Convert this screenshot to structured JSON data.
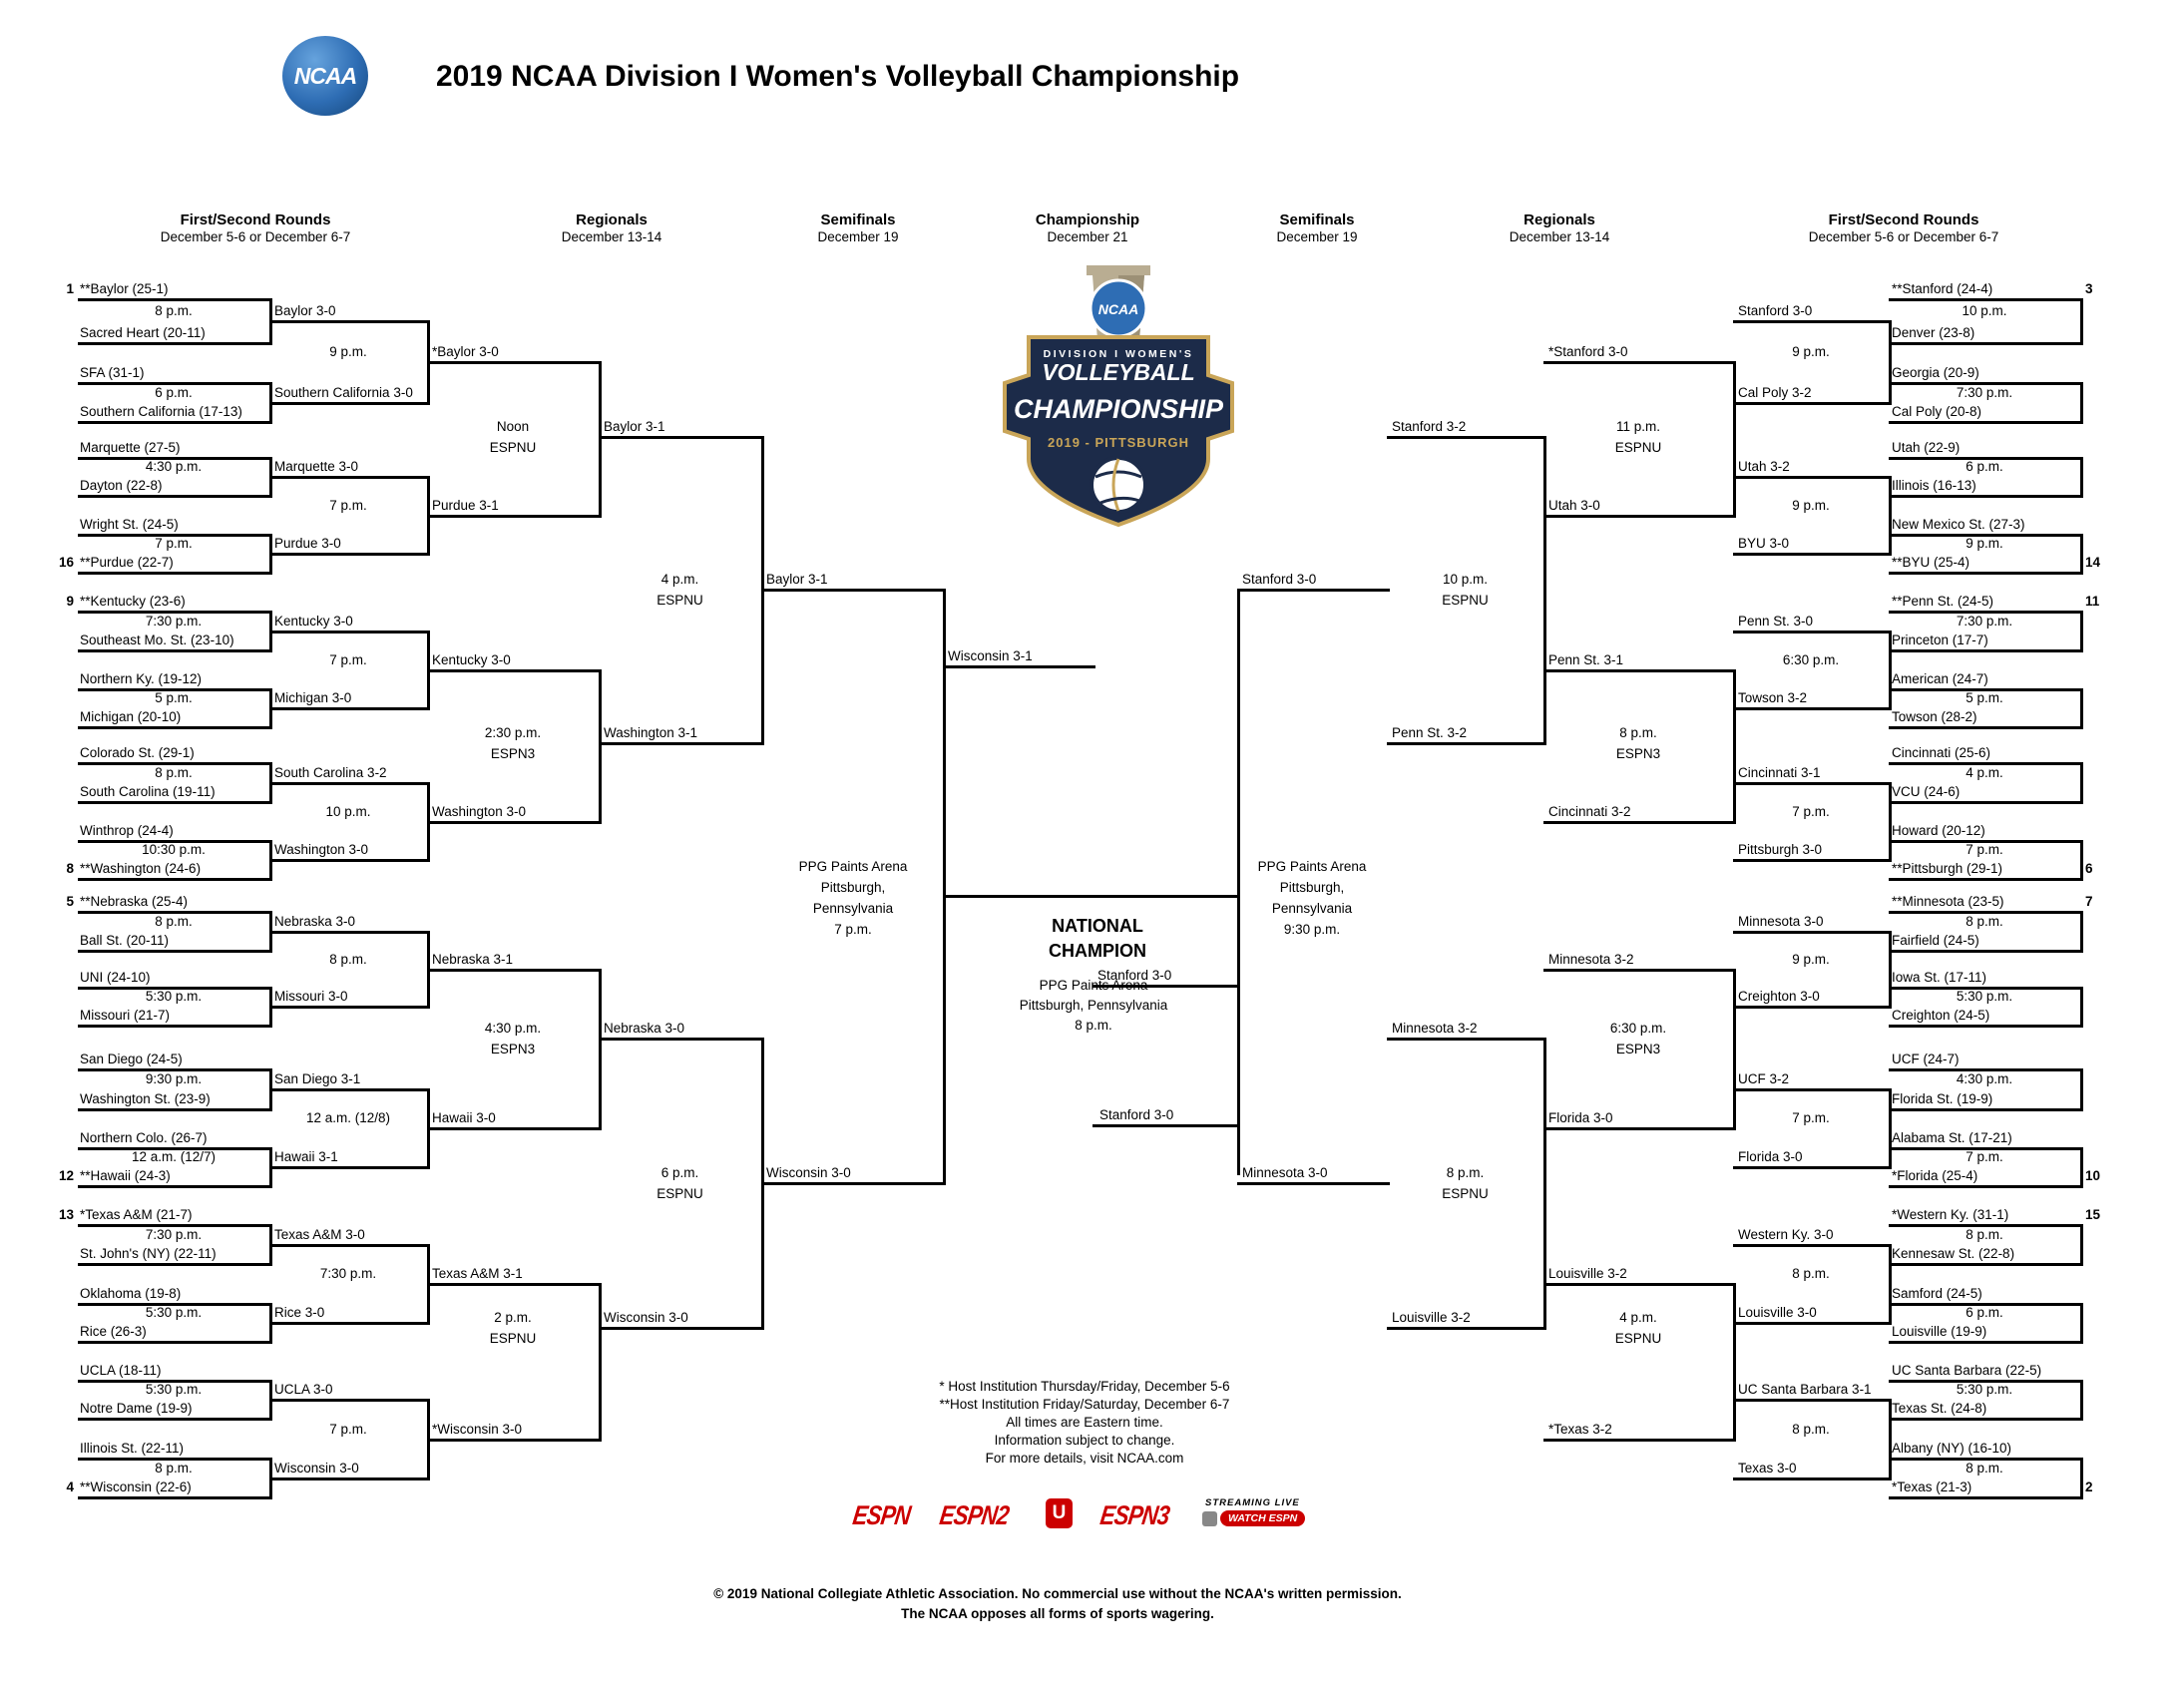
{
  "header": {
    "title": "2019 NCAA Division I Women's Volleyball Championship",
    "ncaa_logo_text": "NCAA"
  },
  "columns": [
    {
      "label": "First/Second Rounds",
      "date": "December 5-6 or December 6-7"
    },
    {
      "label": "Regionals",
      "date": "December 13-14"
    },
    {
      "label": "Semifinals",
      "date": "December 19"
    },
    {
      "label": "Championship",
      "date": "December 21"
    },
    {
      "label": "Semifinals",
      "date": "December 19"
    },
    {
      "label": "Regionals",
      "date": "December 13-14"
    },
    {
      "label": "First/Second Rounds",
      "date": "December 5-6 or December 6-7"
    }
  ],
  "center_logo": {
    "ncaa": "NCAA",
    "division": "DIVISION I WOMEN'S",
    "sport": "VOLLEYBALL",
    "event": "CHAMPIONSHIP",
    "year_city": "2019 - PITTSBURGH"
  },
  "bracket": {
    "left": {
      "round1": [
        {
          "seed_top": "1",
          "top": "**Baylor (25-1)",
          "time": "8 p.m.",
          "bottom": "Sacred Heart (20-11)",
          "seed_bottom": "",
          "winner": "Baylor 3-0"
        },
        {
          "seed_top": "",
          "top": "SFA (31-1)",
          "time": "6 p.m.",
          "bottom": "Southern California (17-13)",
          "seed_bottom": "",
          "winner": "Southern California 3-0"
        },
        {
          "seed_top": "",
          "top": "Marquette (27-5)",
          "time": "4:30 p.m.",
          "bottom": "Dayton (22-8)",
          "seed_bottom": "",
          "winner": "Marquette 3-0"
        },
        {
          "seed_top": "",
          "top": "Wright St. (24-5)",
          "time": "7 p.m.",
          "bottom": "**Purdue (22-7)",
          "seed_bottom": "16",
          "winner": "Purdue 3-0"
        },
        {
          "seed_top": "9",
          "top": "**Kentucky (23-6)",
          "time": "7:30 p.m.",
          "bottom": "Southeast Mo. St. (23-10)",
          "seed_bottom": "",
          "winner": "Kentucky 3-0"
        },
        {
          "seed_top": "",
          "top": "Northern Ky. (19-12)",
          "time": "5 p.m.",
          "bottom": "Michigan (20-10)",
          "seed_bottom": "",
          "winner": "Michigan 3-0"
        },
        {
          "seed_top": "",
          "top": "Colorado St. (29-1)",
          "time": "8 p.m.",
          "bottom": "South Carolina (19-11)",
          "seed_bottom": "",
          "winner": "South Carolina 3-2"
        },
        {
          "seed_top": "",
          "top": "Winthrop (24-4)",
          "time": "10:30 p.m.",
          "bottom": "**Washington (24-6)",
          "seed_bottom": "8",
          "winner": "Washington 3-0"
        },
        {
          "seed_top": "5",
          "top": "**Nebraska (25-4)",
          "time": "8 p.m.",
          "bottom": "Ball St. (20-11)",
          "seed_bottom": "",
          "winner": "Nebraska 3-0"
        },
        {
          "seed_top": "",
          "top": "UNI (24-10)",
          "time": "5:30 p.m.",
          "bottom": "Missouri (21-7)",
          "seed_bottom": "",
          "winner": "Missouri 3-0"
        },
        {
          "seed_top": "",
          "top": "San Diego (24-5)",
          "time": "9:30 p.m.",
          "bottom": "Washington St. (23-9)",
          "seed_bottom": "",
          "winner": "San Diego 3-1"
        },
        {
          "seed_top": "",
          "top": "Northern Colo. (26-7)",
          "time": "12 a.m. (12/7)",
          "bottom": "**Hawaii (24-3)",
          "seed_bottom": "12",
          "winner": "Hawaii 3-1"
        },
        {
          "seed_top": "13",
          "top": "*Texas A&M (21-7)",
          "time": "7:30 p.m.",
          "bottom": "St. John's (NY) (22-11)",
          "seed_bottom": "",
          "winner": "Texas A&M 3-0"
        },
        {
          "seed_top": "",
          "top": "Oklahoma (19-8)",
          "time": "5:30 p.m.",
          "bottom": "Rice (26-3)",
          "seed_bottom": "",
          "winner": "Rice 3-0"
        },
        {
          "seed_top": "",
          "top": "UCLA (18-11)",
          "time": "5:30 p.m.",
          "bottom": "Notre Dame (19-9)",
          "seed_bottom": "",
          "winner": "UCLA 3-0"
        },
        {
          "seed_top": "",
          "top": "Illinois St. (22-11)",
          "time": "8 p.m.",
          "bottom": "**Wisconsin (22-6)",
          "seed_bottom": "4",
          "winner": "Wisconsin 3-0"
        }
      ],
      "round2": [
        {
          "time": "9 p.m.",
          "winner": "*Baylor 3-0"
        },
        {
          "time": "7 p.m.",
          "winner": "Purdue 3-1"
        },
        {
          "time": "7 p.m.",
          "winner": "Kentucky 3-0"
        },
        {
          "time": "10 p.m.",
          "winner": "Washington 3-0"
        },
        {
          "time": "8 p.m.",
          "winner": "Nebraska 3-1"
        },
        {
          "time": "12 a.m. (12/8)",
          "winner": "Hawaii 3-0"
        },
        {
          "time": "7:30 p.m.",
          "winner": "Texas A&M 3-1"
        },
        {
          "time": "7 p.m.",
          "winner": "*Wisconsin 3-0"
        }
      ],
      "regional_semis": [
        {
          "time": "Noon",
          "network": "ESPNU",
          "winner": "Baylor 3-1"
        },
        {
          "time": "2:30 p.m.",
          "network": "ESPN3",
          "winner": "Washington 3-1"
        },
        {
          "time": "4:30 p.m.",
          "network": "ESPN3",
          "winner": "Nebraska 3-0"
        },
        {
          "time": "2 p.m.",
          "network": "ESPNU",
          "winner": "Wisconsin 3-0"
        }
      ],
      "regional_finals": [
        {
          "time": "4 p.m.",
          "network": "ESPNU",
          "winner": "Baylor 3-1"
        },
        {
          "time": "6 p.m.",
          "network": "ESPNU",
          "winner": "Wisconsin 3-0"
        }
      ]
    },
    "right": {
      "round1": [
        {
          "seed_top": "3",
          "top": "**Stanford (24-4)",
          "time": "10 p.m.",
          "bottom": "Denver (23-8)",
          "seed_bottom": "",
          "winner": "Stanford 3-0"
        },
        {
          "seed_top": "",
          "top": "Georgia (20-9)",
          "time": "7:30 p.m.",
          "bottom": "Cal Poly (20-8)",
          "seed_bottom": "",
          "winner": "Cal Poly 3-2"
        },
        {
          "seed_top": "",
          "top": "Utah (22-9)",
          "time": "6 p.m.",
          "bottom": "Illinois (16-13)",
          "seed_bottom": "",
          "winner": "Utah 3-2"
        },
        {
          "seed_top": "",
          "top": "New Mexico St. (27-3)",
          "time": "9 p.m.",
          "bottom": "**BYU (25-4)",
          "seed_bottom": "14",
          "winner": "BYU 3-0"
        },
        {
          "seed_top": "11",
          "top": "**Penn St. (24-5)",
          "time": "7:30 p.m.",
          "bottom": "Princeton (17-7)",
          "seed_bottom": "",
          "winner": "Penn St. 3-0"
        },
        {
          "seed_top": "",
          "top": "American (24-7)",
          "time": "5 p.m.",
          "bottom": "Towson (28-2)",
          "seed_bottom": "",
          "winner": "Towson 3-2"
        },
        {
          "seed_top": "",
          "top": "Cincinnati (25-6)",
          "time": "4 p.m.",
          "bottom": "VCU (24-6)",
          "seed_bottom": "",
          "winner": "Cincinnati 3-1"
        },
        {
          "seed_top": "",
          "top": "Howard (20-12)",
          "time": "7 p.m.",
          "bottom": "**Pittsburgh (29-1)",
          "seed_bottom": "6",
          "winner": "Pittsburgh 3-0"
        },
        {
          "seed_top": "7",
          "top": "**Minnesota (23-5)",
          "time": "8 p.m.",
          "bottom": "Fairfield (24-5)",
          "seed_bottom": "",
          "winner": "Minnesota 3-0"
        },
        {
          "seed_top": "",
          "top": "Iowa St. (17-11)",
          "time": "5:30 p.m.",
          "bottom": "Creighton (24-5)",
          "seed_bottom": "",
          "winner": "Creighton 3-0"
        },
        {
          "seed_top": "",
          "top": "UCF (24-7)",
          "time": "4:30 p.m.",
          "bottom": "Florida St. (19-9)",
          "seed_bottom": "",
          "winner": "UCF 3-2"
        },
        {
          "seed_top": "",
          "top": "Alabama St. (17-21)",
          "time": "7 p.m.",
          "bottom": "*Florida (25-4)",
          "seed_bottom": "10",
          "winner": "Florida 3-0"
        },
        {
          "seed_top": "15",
          "top": "*Western Ky. (31-1)",
          "time": "8 p.m.",
          "bottom": "Kennesaw St. (22-8)",
          "seed_bottom": "",
          "winner": "Western Ky. 3-0"
        },
        {
          "seed_top": "",
          "top": "Samford (24-5)",
          "time": "6 p.m.",
          "bottom": "Louisville (19-9)",
          "seed_bottom": "",
          "winner": "Louisville 3-0"
        },
        {
          "seed_top": "",
          "top": "UC Santa Barbara (22-5)",
          "time": "5:30 p.m.",
          "bottom": "Texas St. (24-8)",
          "seed_bottom": "",
          "winner": "UC Santa Barbara 3-1"
        },
        {
          "seed_top": "",
          "top": "Albany (NY) (16-10)",
          "time": "8 p.m.",
          "bottom": "*Texas (21-3)",
          "seed_bottom": "2",
          "winner": "Texas 3-0"
        }
      ],
      "round2": [
        {
          "time": "9 p.m.",
          "winner": "*Stanford 3-0"
        },
        {
          "time": "9 p.m.",
          "winner": "Utah 3-0"
        },
        {
          "time": "6:30 p.m.",
          "winner": "Penn St. 3-1"
        },
        {
          "time": "7 p.m.",
          "winner": "Cincinnati 3-2"
        },
        {
          "time": "9 p.m.",
          "winner": "Minnesota 3-2"
        },
        {
          "time": "7 p.m.",
          "winner": "Florida 3-0"
        },
        {
          "time": "8 p.m.",
          "winner": "Louisville 3-2"
        },
        {
          "time": "8 p.m.",
          "winner": "*Texas 3-2"
        }
      ],
      "regional_semis": [
        {
          "time": "11 p.m.",
          "network": "ESPNU",
          "winner": "Stanford 3-2"
        },
        {
          "time": "8 p.m.",
          "network": "ESPN3",
          "winner": "Penn St. 3-2"
        },
        {
          "time": "6:30 p.m.",
          "network": "ESPN3",
          "winner": "Minnesota 3-2"
        },
        {
          "time": "4 p.m.",
          "network": "ESPNU",
          "winner": "Louisville 3-2"
        }
      ],
      "regional_finals": [
        {
          "time": "10 p.m.",
          "network": "ESPNU",
          "winner": "Stanford 3-0"
        },
        {
          "time": "8 p.m.",
          "network": "ESPNU",
          "winner": "Minnesota 3-0"
        }
      ]
    }
  },
  "semifinals": {
    "left": {
      "venue_lines": [
        "PPG Paints Arena",
        "Pittsburgh,",
        "Pennsylvania",
        "7 p.m."
      ],
      "winner": "Wisconsin 3-1"
    },
    "right": {
      "venue_lines": [
        "PPG Paints Arena",
        "Pittsburgh,",
        "Pennsylvania",
        "9:30 p.m."
      ],
      "winner": "Stanford 3-0"
    }
  },
  "championship": {
    "heading_lines": [
      "NATIONAL",
      "CHAMPION"
    ],
    "venue_lines": [
      "PPG Paints Arena",
      "Pittsburgh, Pennsylvania",
      "8 p.m."
    ],
    "champion": "Stanford 3-0"
  },
  "footnotes": [
    "* Host Institution Thursday/Friday, December 5-6",
    "**Host Institution Friday/Saturday, December 6-7",
    "All times are Eastern time.",
    "Information subject to change.",
    "For more details, visit NCAA.com"
  ],
  "copyright_lines": [
    "© 2019 National Collegiate Athletic Association.  No commercial use without the NCAA's written permission.",
    "The NCAA opposes all forms of sports wagering."
  ],
  "networks": {
    "espn": "ESPN",
    "espn2": "ESPN2",
    "espnu_letter": "U",
    "espn3": "ESPN3",
    "streaming": "STREAMING LIVE",
    "watch": "WATCH ESPN"
  },
  "colors": {
    "line": "#000000",
    "ncaa_blue": "#2e6db4",
    "navy": "#1c2b49",
    "gold": "#c9a558",
    "espn_red": "#cc0000"
  }
}
